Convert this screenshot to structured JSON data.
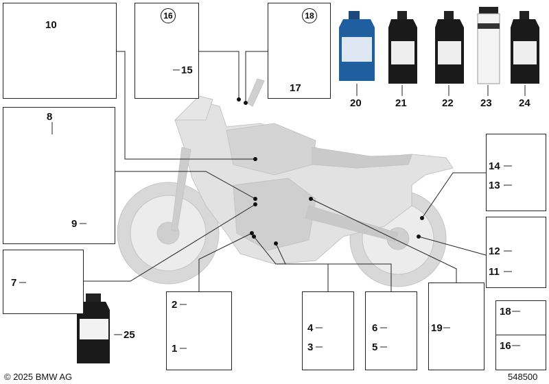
{
  "parts": {
    "p1": "1",
    "p2": "2",
    "p3": "3",
    "p4": "4",
    "p5": "5",
    "p6": "6",
    "p7": "7",
    "p8": "8",
    "p9": "9",
    "p10": "10",
    "p11": "11",
    "p12": "12",
    "p13": "13",
    "p14": "14",
    "p15": "15",
    "p16": "16",
    "p17": "17",
    "p18": "18",
    "p19": "19",
    "p20": "20",
    "p21": "21",
    "p22": "22",
    "p23": "23",
    "p24": "24",
    "p25": "25",
    "p16_circled": "16",
    "p18_circled": "18",
    "p18_small": "18",
    "p16_small": "16"
  },
  "footer": {
    "copyright": "© 2025 BMW AG",
    "diagram_number": "548500"
  }
}
